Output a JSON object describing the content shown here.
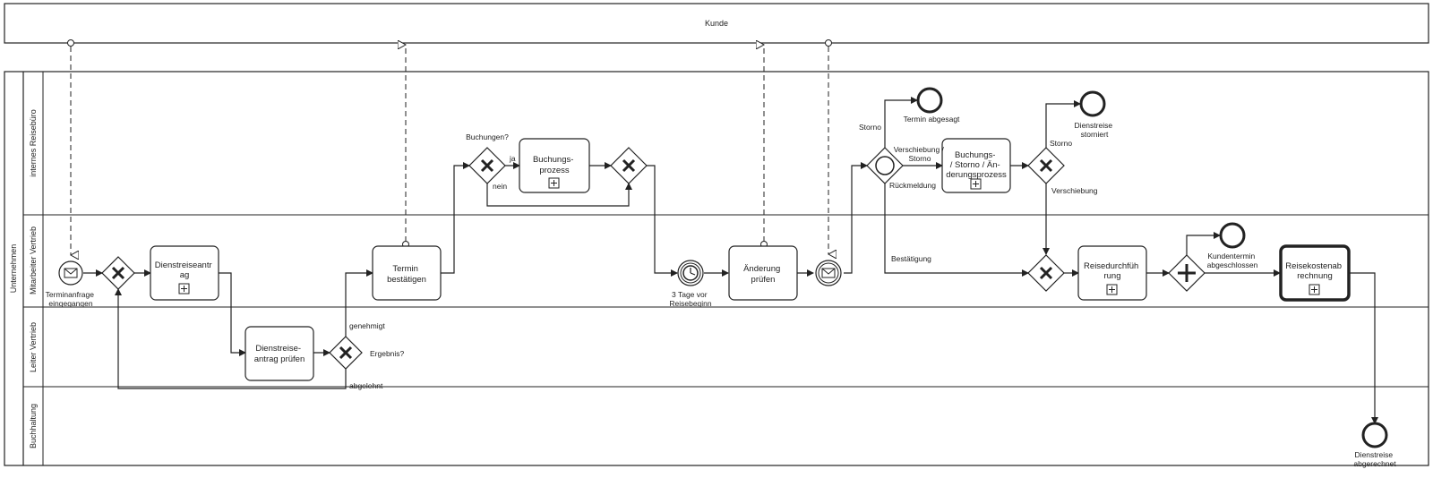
{
  "pools": {
    "customer": "Kunde",
    "company": "Unternehmen"
  },
  "lanes": {
    "travel_office": "internes Reisebüro",
    "sales_staff": "Mitarbeiter Vertrieb",
    "sales_head": "Leiter Vertrieb",
    "accounting": "Buchhaltung"
  },
  "tasks": {
    "request": [
      "Dienstreiseantr",
      "ag"
    ],
    "check_request": [
      "Dienstreise-",
      "antrag prüfen"
    ],
    "confirm_date": [
      "Termin",
      "bestätigen"
    ],
    "booking": [
      "Buchungs-",
      "prozess"
    ],
    "check_change": [
      "Änderung",
      "prüfen"
    ],
    "change_process": [
      "Buchungs-",
      "/ Storno / Än-",
      "derungsprozess"
    ],
    "trip": [
      "Reisedurchfüh",
      "rung"
    ],
    "expenses": [
      "Reisekostenab",
      "rechnung"
    ]
  },
  "events": {
    "start": [
      "Terminanfrage",
      "eingegangen"
    ],
    "timer": [
      "3 Tage vor",
      "Reisebeginn"
    ],
    "end_cancelled_date": [
      "Termin abgesagt"
    ],
    "end_trip_cancelled": [
      "Dienstreise",
      "storniert"
    ],
    "end_customer_date": [
      "Kundentermin",
      "abgeschlossen"
    ],
    "end_billed": [
      "Dienstreise",
      "abgerechnet"
    ]
  },
  "labels": {
    "bookings_q": "Buchungen?",
    "yes": "ja",
    "no": "nein",
    "approved": "genehmigt",
    "result_q": "Ergebnis?",
    "rejected": "abgelehnt",
    "storno": "Storno",
    "postpone_storno": [
      "Verschiebung /",
      "Storno"
    ],
    "feedback": "Rückmeldung",
    "confirmation": "Bestätigung",
    "storno2": "Storno",
    "postpone": "Verschiebung"
  }
}
